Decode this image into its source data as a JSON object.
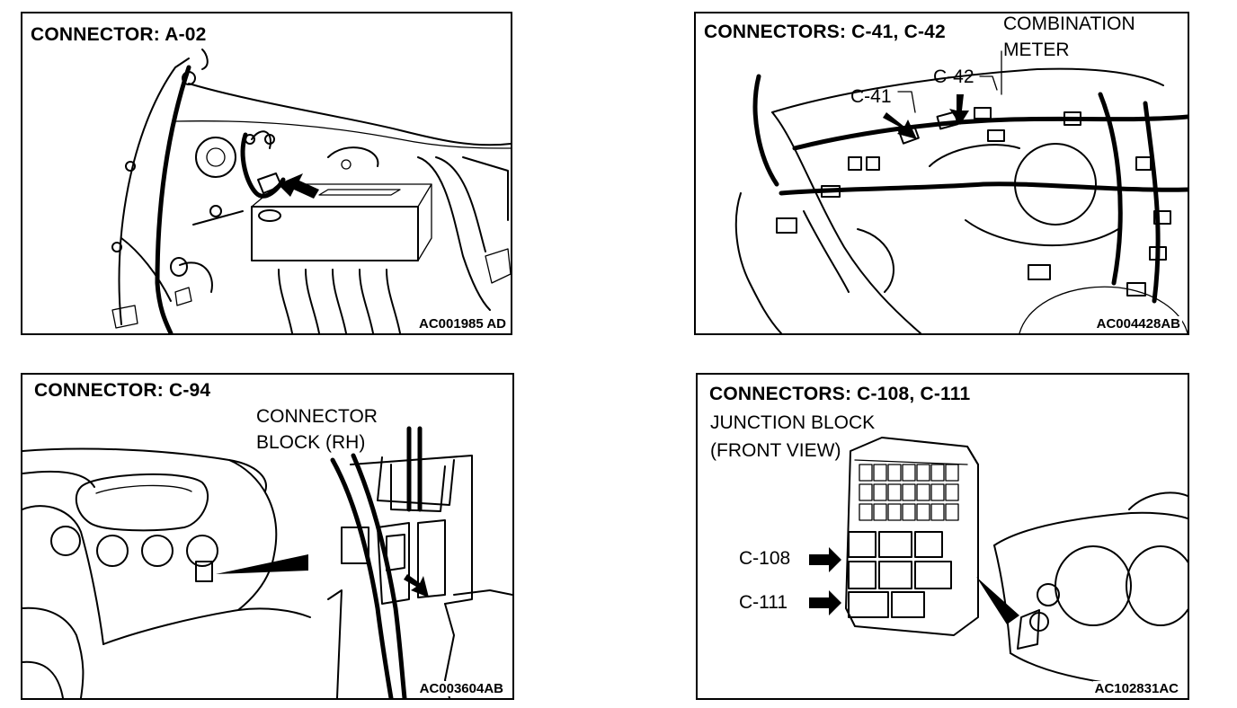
{
  "panels": {
    "a02": {
      "title": "CONNECTOR: A-02",
      "code": "AC001985 AD"
    },
    "c41": {
      "title": "CONNECTORS: C-41, C-42",
      "meter_line1": "COMBINATION",
      "meter_line2": "METER",
      "label_c42": "C-42",
      "label_c41": "C-41",
      "code": "AC004428AB"
    },
    "c94": {
      "title": "CONNECTOR: C-94",
      "block_line1": "CONNECTOR",
      "block_line2": "BLOCK (RH)",
      "code": "AC003604AB"
    },
    "c108": {
      "title": "CONNECTORS: C-108, C-111",
      "line1": "JUNCTION BLOCK",
      "line2": "(FRONT VIEW)",
      "label_c108": "C-108",
      "label_c111": "C-111",
      "code": "AC102831AC"
    }
  }
}
